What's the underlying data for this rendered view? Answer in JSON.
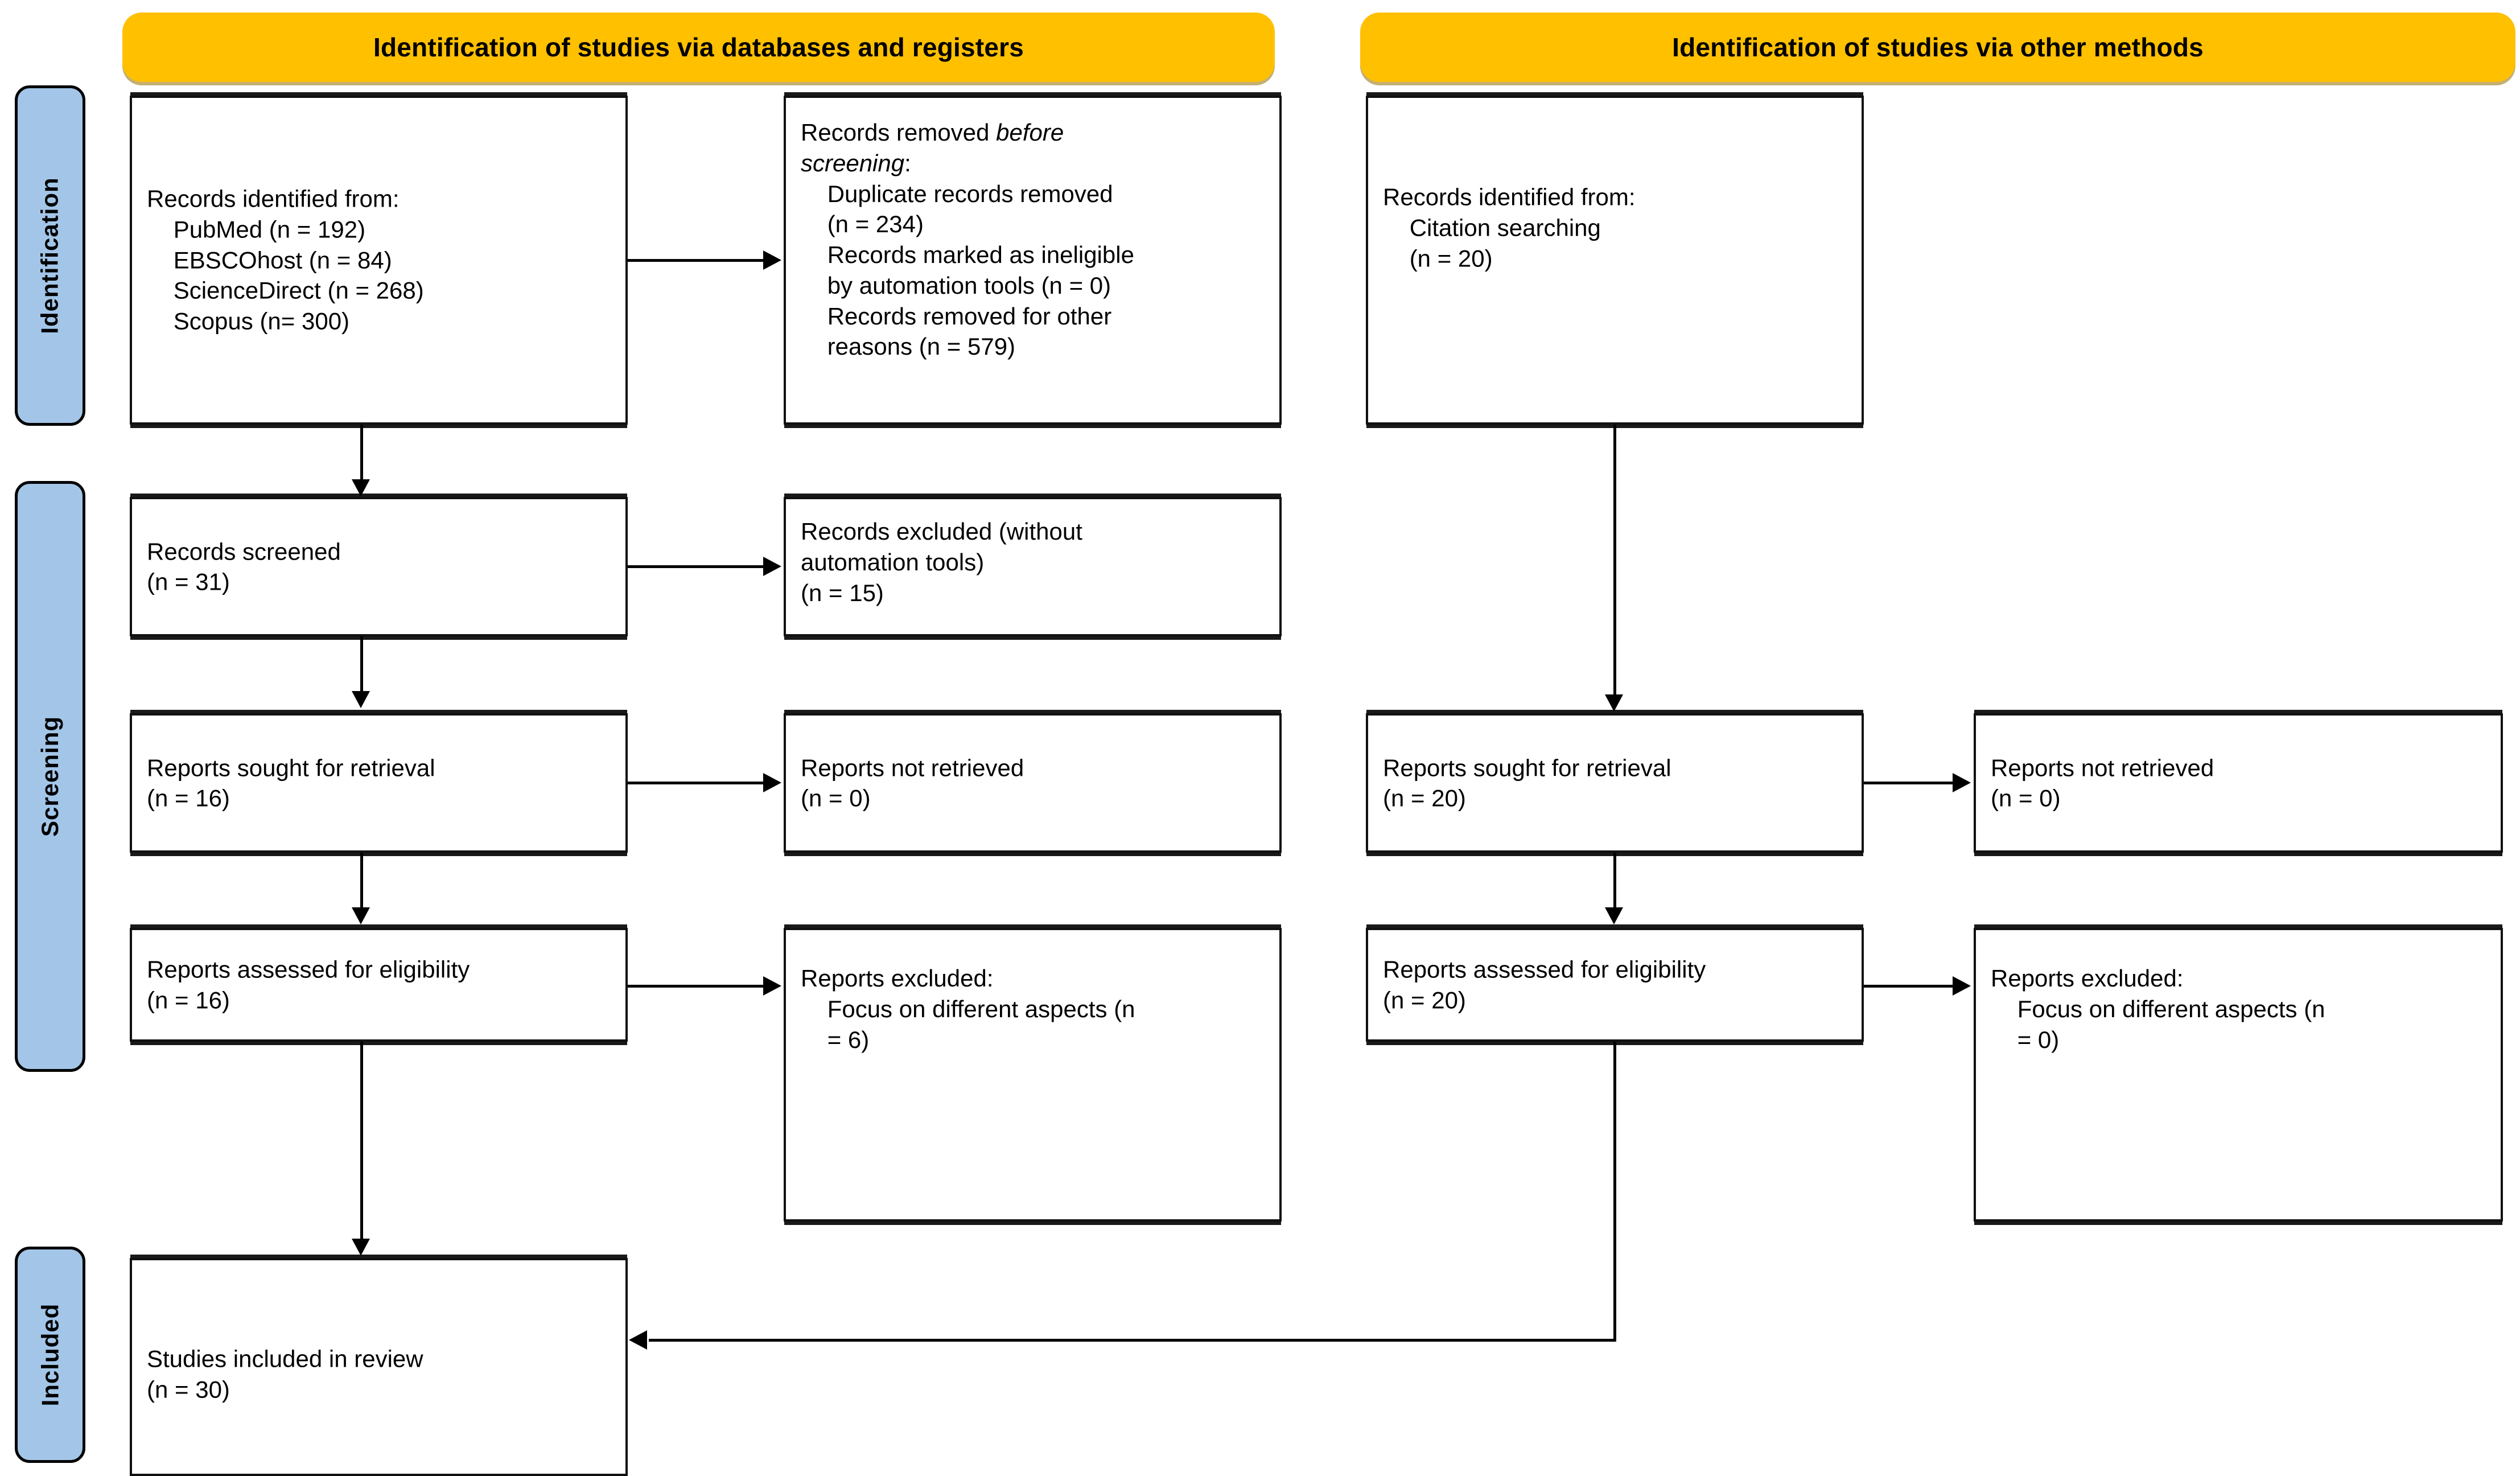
{
  "diagram": {
    "type": "prisma-2020-flow-diagram",
    "colors": {
      "header_fill": "#FFC000",
      "stage_fill": "#A3C6E8",
      "box_border": "#111111",
      "text": "#000000",
      "background": "#FFFFFF"
    }
  },
  "headers": {
    "left": "Identification of studies via databases and registers",
    "right": "Identification of studies via other methods"
  },
  "stages": [
    {
      "key": "identification",
      "label": "Identification"
    },
    {
      "key": "screening",
      "label": "Screening"
    },
    {
      "key": "included",
      "label": "Included"
    }
  ],
  "left_column": {
    "identified": "Records identified from:\n    PubMed (n = 192)\n    EBSCOhost (n = 84)\n    ScienceDirect (n = 268)\n    Scopus (n= 300)",
    "removed_before_screening": "Records removed before\nscreening:\n    Duplicate records removed\n    (n = 234)\n    Records marked as ineligible\n    by automation tools (n = 0)\n    Records removed for other\n    reasons (n = 579)",
    "removed_before_screening_italic_words": "before screening",
    "records_screened": "Records screened\n(n = 31)",
    "records_excluded": "Records excluded (without\nautomation tools)\n(n = 15)",
    "reports_sought": "Reports sought for retrieval\n(n = 16)",
    "reports_not_retrieved": "Reports not retrieved\n(n = 0)",
    "reports_assessed": "Reports assessed for eligibility\n(n = 16)",
    "reports_excluded": "Reports excluded:\n    Focus on different aspects (n\n    = 6)"
  },
  "right_column": {
    "identified": "Records identified from:\n    Citation searching\n    (n = 20)",
    "reports_sought": "Reports sought for retrieval\n(n = 20)",
    "reports_not_retrieved": "Reports not retrieved\n(n = 0)",
    "reports_assessed": "Reports assessed for eligibility\n(n = 20)",
    "reports_excluded": "Reports excluded:\n    Focus on different aspects (n\n    = 0)"
  },
  "included_box": {
    "studies_included": "Studies included in review\n(n = 30)"
  },
  "counts": {
    "pubmed": 192,
    "ebscohost": 84,
    "sciencedirect": 268,
    "scopus": 300,
    "duplicates_removed": 234,
    "ineligible_automation": 0,
    "removed_other_reasons": 579,
    "records_screened": 31,
    "records_excluded": 15,
    "left_reports_sought": 16,
    "left_reports_not_retrieved": 0,
    "left_reports_assessed": 16,
    "left_reports_excluded_focus": 6,
    "right_identified_citation": 20,
    "right_reports_sought": 20,
    "right_reports_not_retrieved": 0,
    "right_reports_assessed": 20,
    "right_reports_excluded_focus": 0,
    "studies_included": 30
  }
}
